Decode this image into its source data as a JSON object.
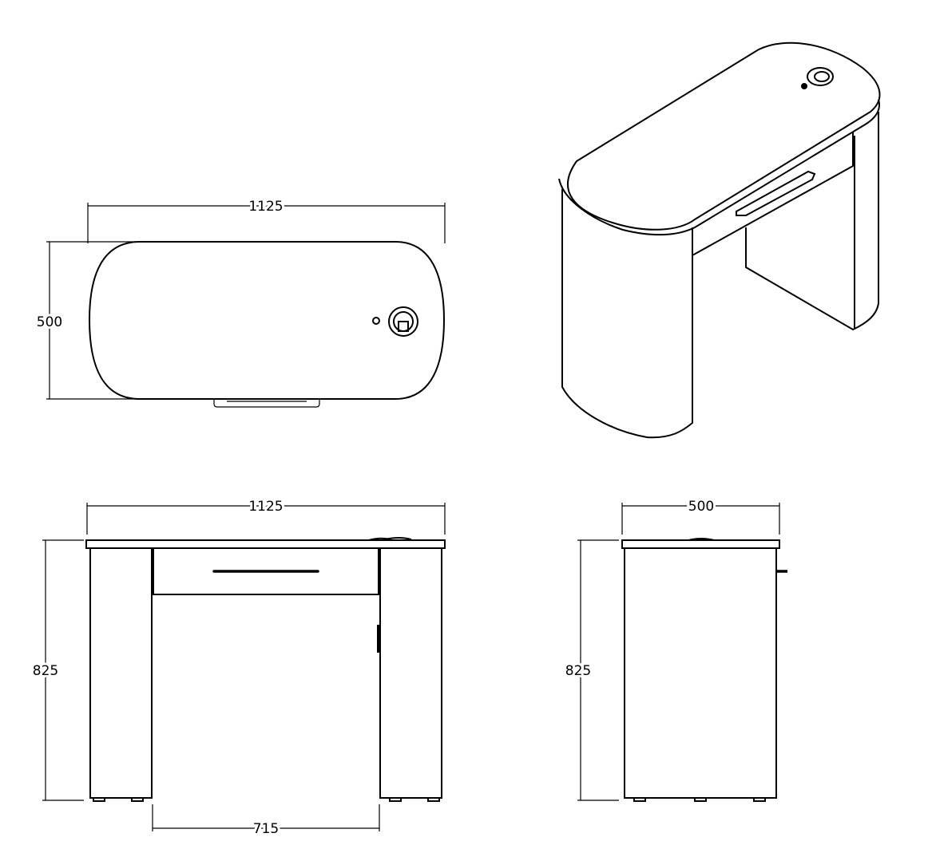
{
  "drawing": {
    "top_view": {
      "width_label": "1125",
      "depth_label": "500"
    },
    "front_view": {
      "width_label": "1125",
      "height_label": "825",
      "leg_gap_label": "715"
    },
    "side_view": {
      "depth_label": "500",
      "height_label": "825"
    }
  },
  "colors": {
    "line": "#000000",
    "background": "#ffffff"
  }
}
